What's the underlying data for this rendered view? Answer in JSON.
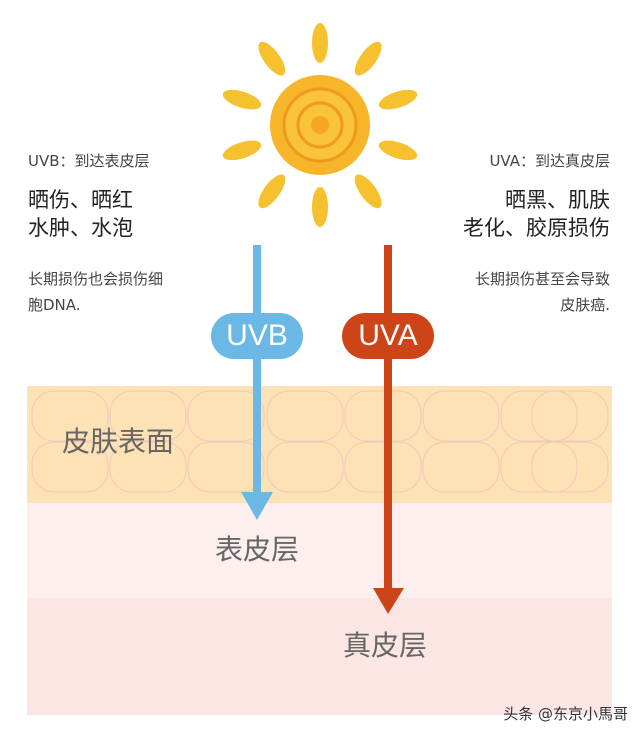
{
  "uvb": {
    "heading": "UVB：到达表皮层",
    "effects": [
      "晒伤、晒红",
      "水肿、水泡"
    ],
    "note": [
      "长期损伤也会损伤细",
      "胞DNA."
    ],
    "badge": "UVB",
    "color": "#6bb7e6"
  },
  "uva": {
    "heading": "UVA：到达真皮层",
    "effects": [
      "晒黑、肌肤",
      "老化、胶原损伤"
    ],
    "note": [
      "长期损伤甚至会导致",
      "皮肤癌."
    ],
    "badge": "UVA",
    "color": "#cc4418"
  },
  "layers": {
    "surface": "皮肤表面",
    "epidermis": "表皮层",
    "dermis": "真皮层"
  },
  "watermark": "头条 @东京小馬哥"
}
